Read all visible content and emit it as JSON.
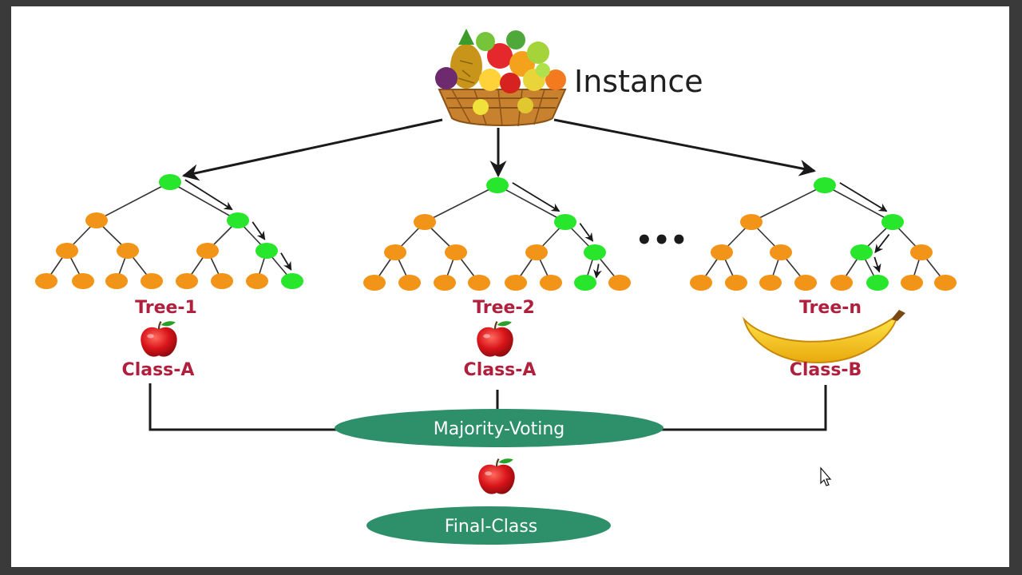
{
  "instance": {
    "label": "Instance",
    "icon": "fruit-basket-icon"
  },
  "trees": [
    {
      "label": "Tree-1",
      "class_label": "Class-A",
      "class_icon": "apple-icon"
    },
    {
      "label": "Tree-2",
      "class_label": "Class-A",
      "class_icon": "apple-icon"
    },
    {
      "label": "Tree-n",
      "class_label": "Class-B",
      "class_icon": "banana-icon"
    }
  ],
  "ellipsis": "•••",
  "voting": {
    "label": "Majority-Voting"
  },
  "result": {
    "label": "Final-Class",
    "icon": "apple-icon"
  },
  "colors": {
    "node_default": "#f29418",
    "node_path": "#27e62c",
    "label": "#b01f3c",
    "oval": "#2e8f6b",
    "line": "#1a1a1a"
  }
}
